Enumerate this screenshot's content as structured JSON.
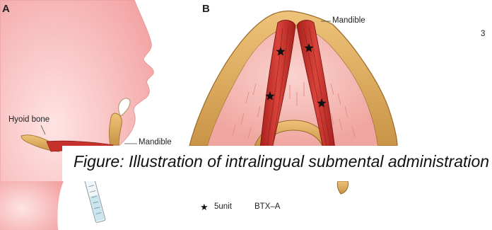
{
  "panel_a": {
    "letter": "A",
    "hyoid_label": "Hyoid bone",
    "mandible_label": "Mandible"
  },
  "panel_b": {
    "letter": "B",
    "mandible_label": "Mandible"
  },
  "page_number": "3",
  "caption": "Figure: Illustration of intralingual submental administration",
  "legend": {
    "symbol": "star",
    "dose": "5unit",
    "agent": "BTX–A"
  },
  "colors": {
    "skin": "#f6b0b0",
    "muscle": "#c8302c",
    "bone": "#dcaa5c",
    "tongue_tissue": "#f6c9c2"
  }
}
